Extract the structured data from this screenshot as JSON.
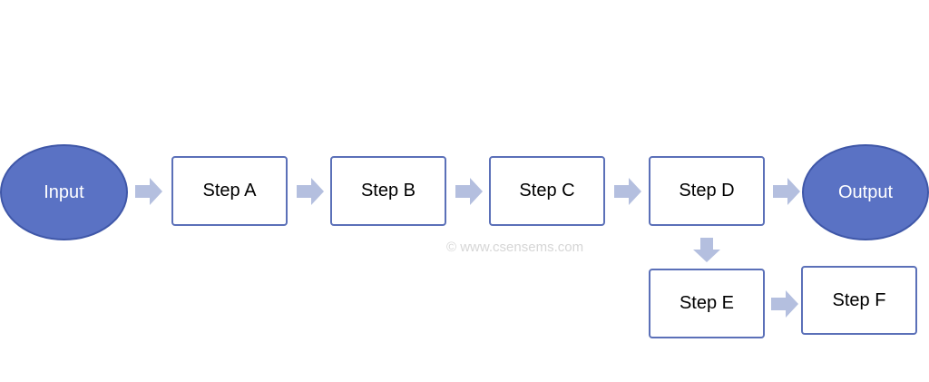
{
  "diagram": {
    "colors": {
      "node_fill": "#5a72c4",
      "box_border": "#5b70b8",
      "arrow": "#b4bfdf"
    },
    "nodes": {
      "input": "Input",
      "step_a": "Step A",
      "step_b": "Step B",
      "step_c": "Step C",
      "step_d": "Step D",
      "step_e": "Step E",
      "step_f": "Step F",
      "output": "Output"
    },
    "watermark": "© www.csensems.com"
  }
}
